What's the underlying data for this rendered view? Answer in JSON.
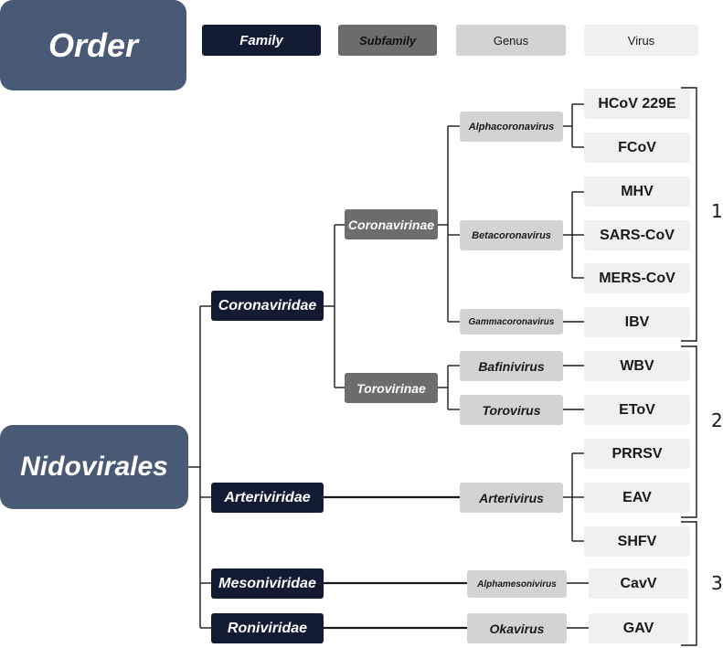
{
  "legend": {
    "order": "Order",
    "family": "Family",
    "subfamily": "Subfamily",
    "genus": "Genus",
    "virus": "Virus"
  },
  "order": "Nidovirales",
  "families": [
    "Coronaviridae",
    "Arteriviridae",
    "Mesoniviridae",
    "Roniviridae"
  ],
  "subfamilies": [
    "Coronavirinae",
    "Torovirinae"
  ],
  "genera": [
    "Alphacoronavirus",
    "Betacoronavirus",
    "Gammacoronavirus",
    "Bafinivirus",
    "Torovirus",
    "Arterivirus",
    "Alphamesonivirus",
    "Okavirus"
  ],
  "viruses": [
    "HCoV 229E",
    "FCoV",
    "MHV",
    "SARS-CoV",
    "MERS-CoV",
    "IBV",
    "WBV",
    "EToV",
    "PRRSV",
    "EAV",
    "SHFV",
    "CavV",
    "GAV"
  ],
  "groups": [
    "1",
    "2",
    "3"
  ],
  "colors": {
    "order": "#485a75",
    "family": "#111c33",
    "subfamily": "#6e6c6c",
    "genus": "#d3d3d3",
    "virus": "#f0f0f0"
  }
}
